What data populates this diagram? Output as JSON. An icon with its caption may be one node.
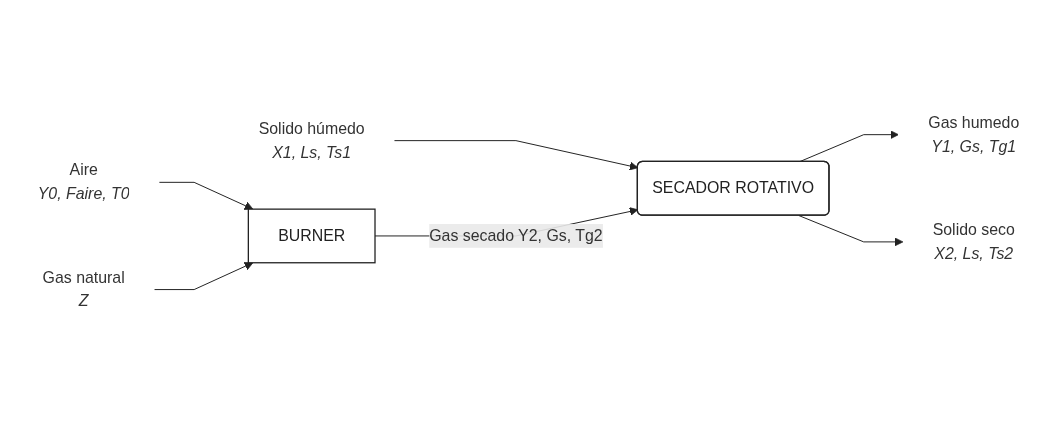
{
  "diagram": {
    "nodes": [
      {
        "text": [
          "Gas humedo",
          "Y1, Gs, Tg1"
        ]
      },
      {
        "text": [
          "Solido húmedo",
          "X1, Ls, Ts1"
        ]
      },
      {
        "text": [
          "SECADOR ROTATIVO"
        ]
      },
      {
        "text": [
          "BURNER"
        ]
      },
      {
        "text": [
          "Aire",
          "Y0, Faire, T0"
        ]
      },
      {
        "text": [
          "Gas natural",
          "Z"
        ]
      },
      {
        "text": [
          "Solido seco",
          "X2, Ls, Ts2"
        ]
      }
    ],
    "edges": [
      {
        "from": 2,
        "to": 0,
        "arrow": "to"
      },
      {
        "from": 1,
        "to": 2,
        "arrow": "to"
      },
      {
        "from": 3,
        "to": 2,
        "arrow": "to",
        "label": "Gas secado Y2, Gs, Tg2"
      },
      {
        "from": 2,
        "to": 6,
        "arrow": "to"
      },
      {
        "from": 4,
        "to": 3,
        "arrow": "to"
      },
      {
        "from": 5,
        "to": 3,
        "arrow": "to"
      }
    ]
  }
}
